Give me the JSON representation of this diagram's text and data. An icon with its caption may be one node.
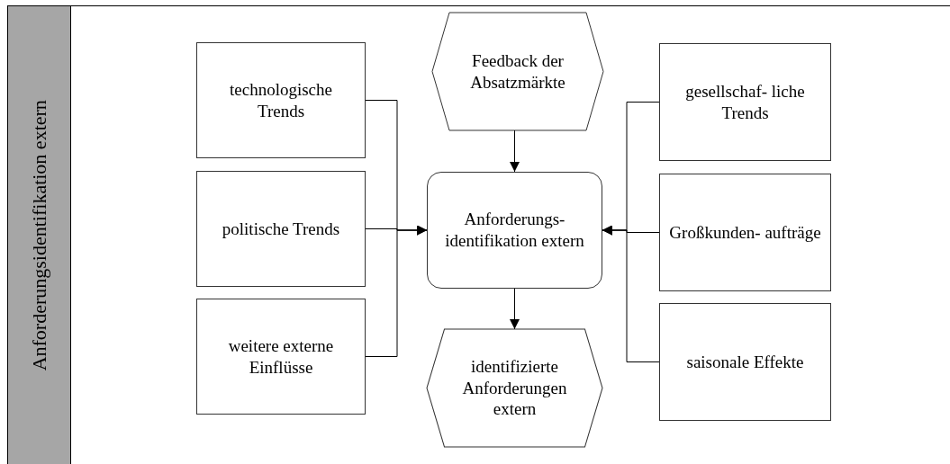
{
  "diagram": {
    "nodes": [
      {
        "text": [
          "Anforderungsidentifikation extern"
        ]
      },
      {
        "text": [
          "Feedback der Absatzmärkte"
        ]
      },
      {
        "text": [
          "technologische Trends"
        ]
      },
      {
        "text": [
          "gesellschaf- liche Trends"
        ]
      },
      {
        "text": [
          "politische Trends"
        ]
      },
      {
        "text": [
          "Anforderungs- identifikation extern"
        ]
      },
      {
        "text": [
          "Großkunden- aufträge"
        ]
      },
      {
        "text": [
          "weitere externe Einflüsse"
        ]
      },
      {
        "text": [
          "identifizierte Anforderungen extern"
        ]
      },
      {
        "text": [
          "saisonale Effekte"
        ]
      }
    ],
    "edges": [
      {
        "from": 1,
        "to": 5,
        "arrow": "to"
      },
      {
        "from": 2,
        "to": 5,
        "arrow": "to"
      },
      {
        "from": 4,
        "to": 5,
        "arrow": "to"
      },
      {
        "from": 7,
        "to": 5,
        "arrow": "to"
      },
      {
        "from": 3,
        "to": 5,
        "arrow": "to"
      },
      {
        "from": 6,
        "to": 5,
        "arrow": "to"
      },
      {
        "from": 9,
        "to": 5,
        "arrow": "to"
      },
      {
        "from": 5,
        "to": 8,
        "arrow": "to"
      }
    ]
  }
}
